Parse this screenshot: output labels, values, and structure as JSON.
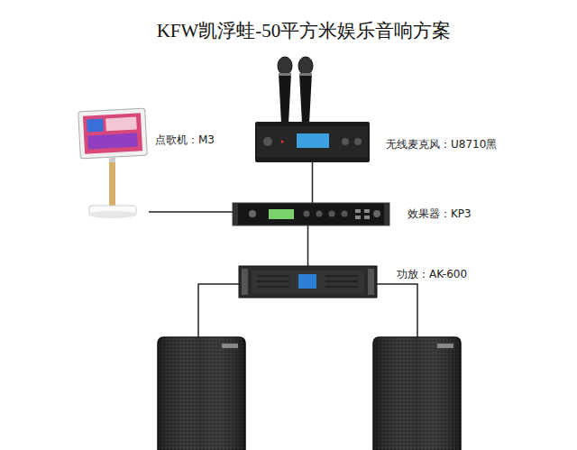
{
  "diagram": {
    "title": "KFW凯浮蛙-50平方米娱乐音响方案",
    "nodes": [
      {
        "text": [
          "点歌机：M3"
        ]
      },
      {
        "text": [
          "无线麦克风：U8710黑"
        ]
      },
      {
        "text": [
          "效果器：KP3"
        ]
      },
      {
        "text": [
          "功放：AK-600"
        ]
      }
    ],
    "edges": [
      {
        "from": 0,
        "to": 2,
        "arrow": "none"
      },
      {
        "from": 1,
        "to": 2,
        "arrow": "none"
      },
      {
        "from": 2,
        "to": 3,
        "arrow": "none"
      }
    ]
  }
}
